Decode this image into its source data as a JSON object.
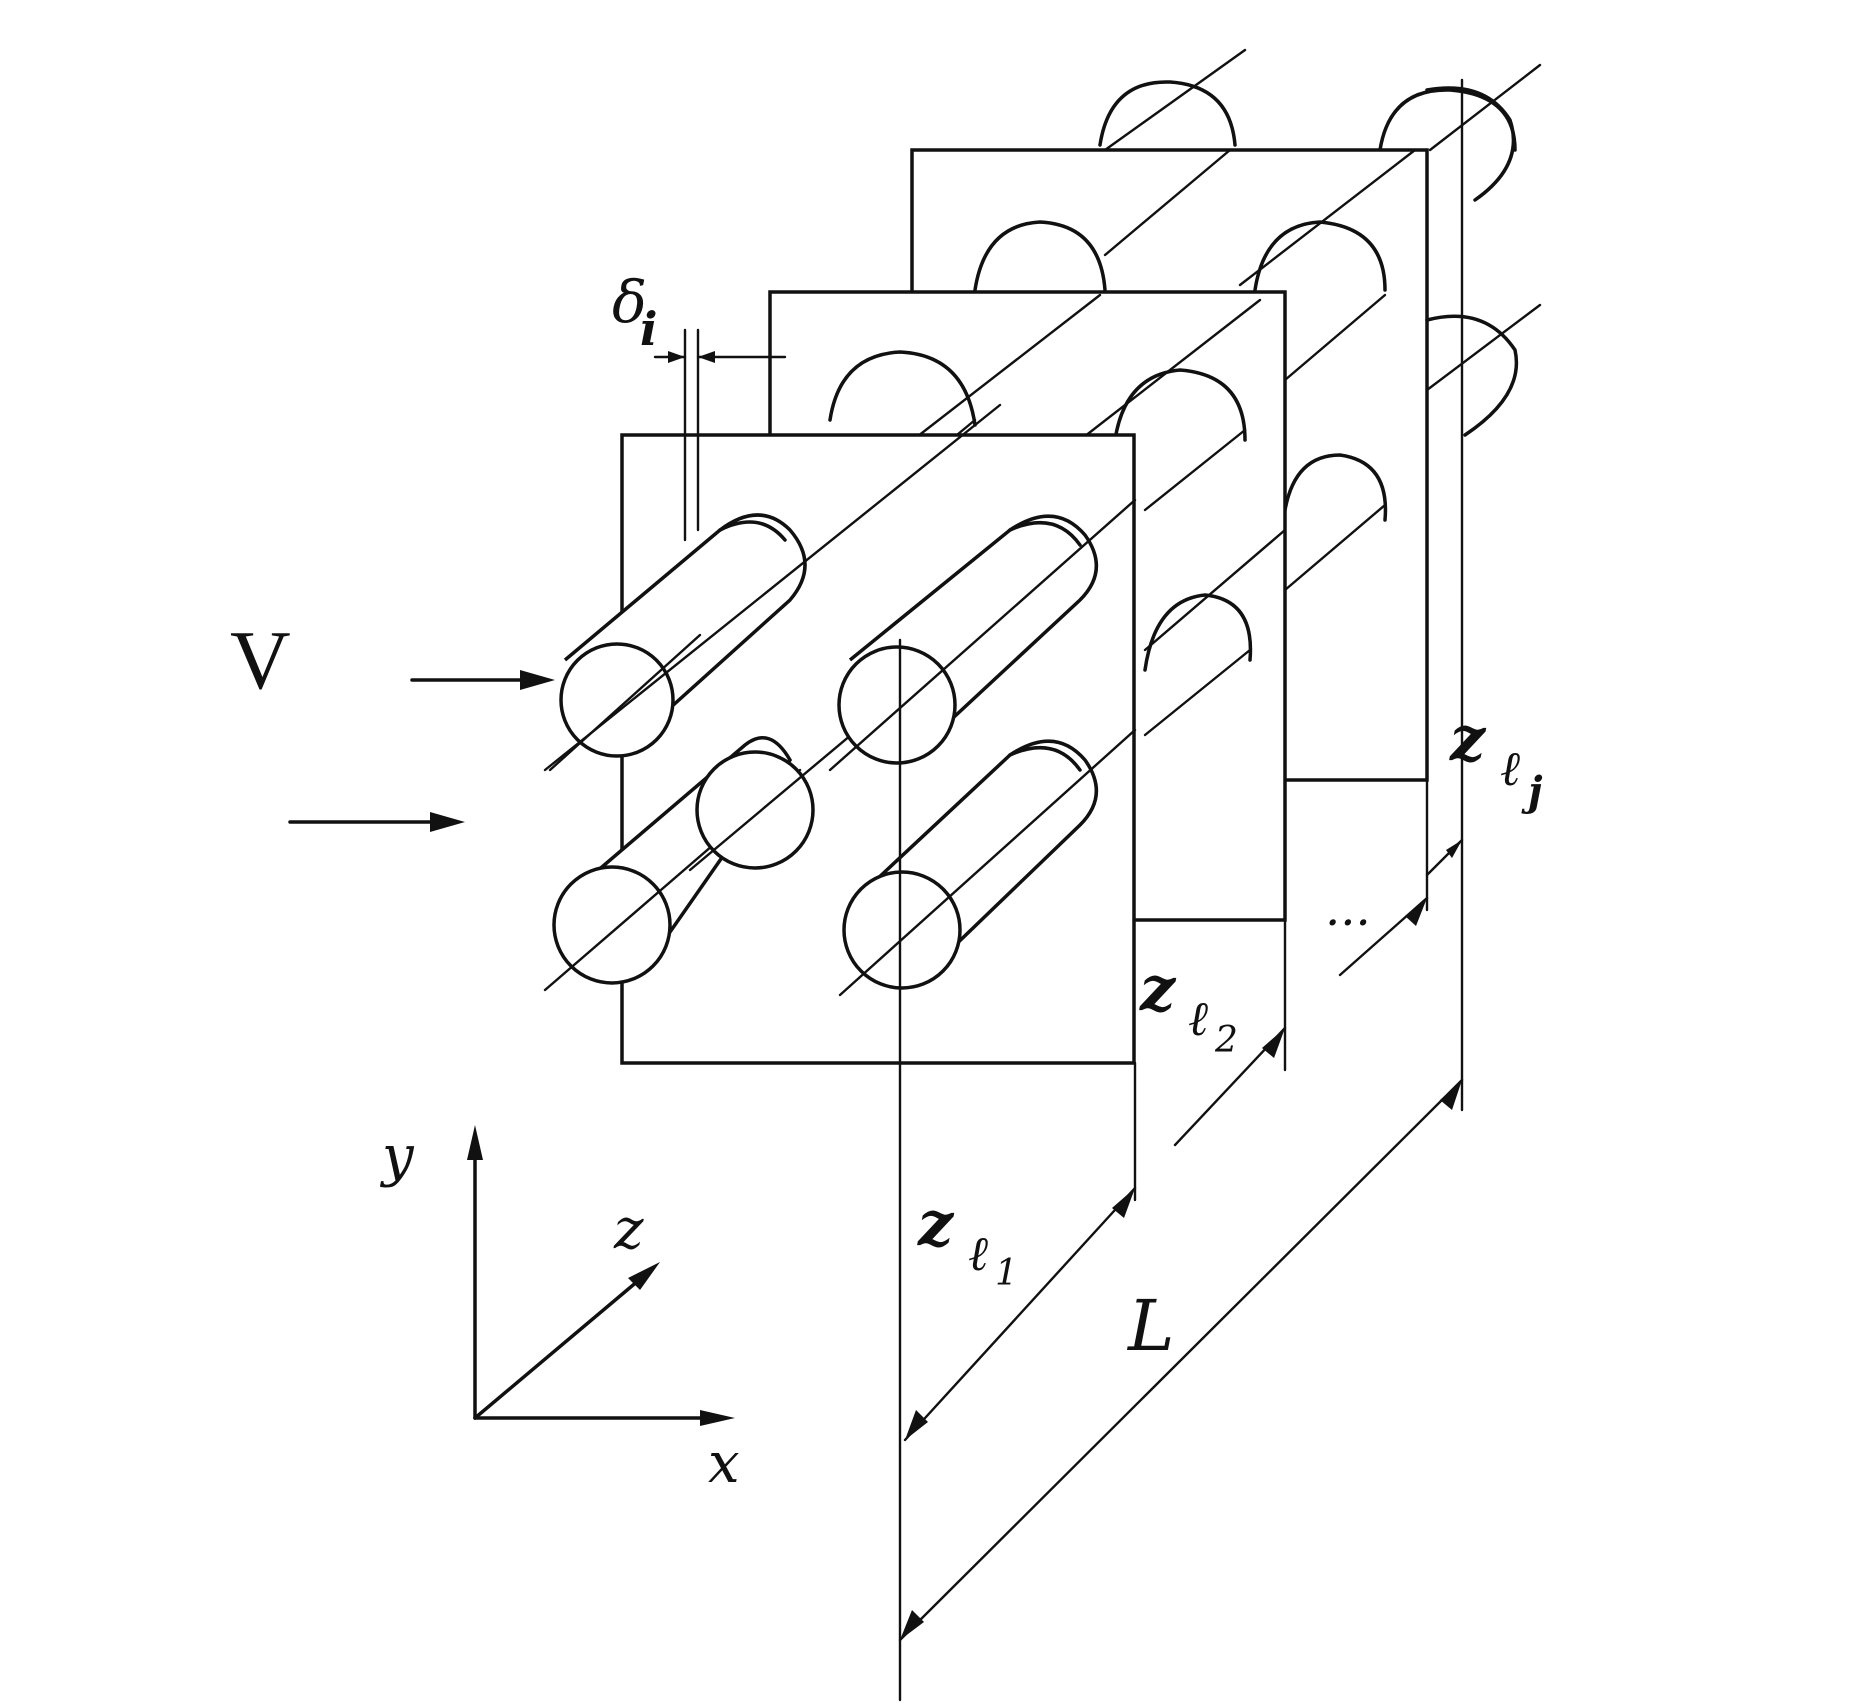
{
  "labels": {
    "velocity": "V",
    "gap": "δ",
    "gap_sub": "i",
    "axis_x": "x",
    "axis_y": "y",
    "axis_z": "z",
    "length": "L",
    "z_main": "z",
    "l_letter": "ℓ",
    "sub_1": "1",
    "sub_2": "2",
    "sub_j": "j",
    "ellipsis": "..."
  },
  "colors": {
    "ink": "#111111",
    "paper": "#ffffff"
  }
}
